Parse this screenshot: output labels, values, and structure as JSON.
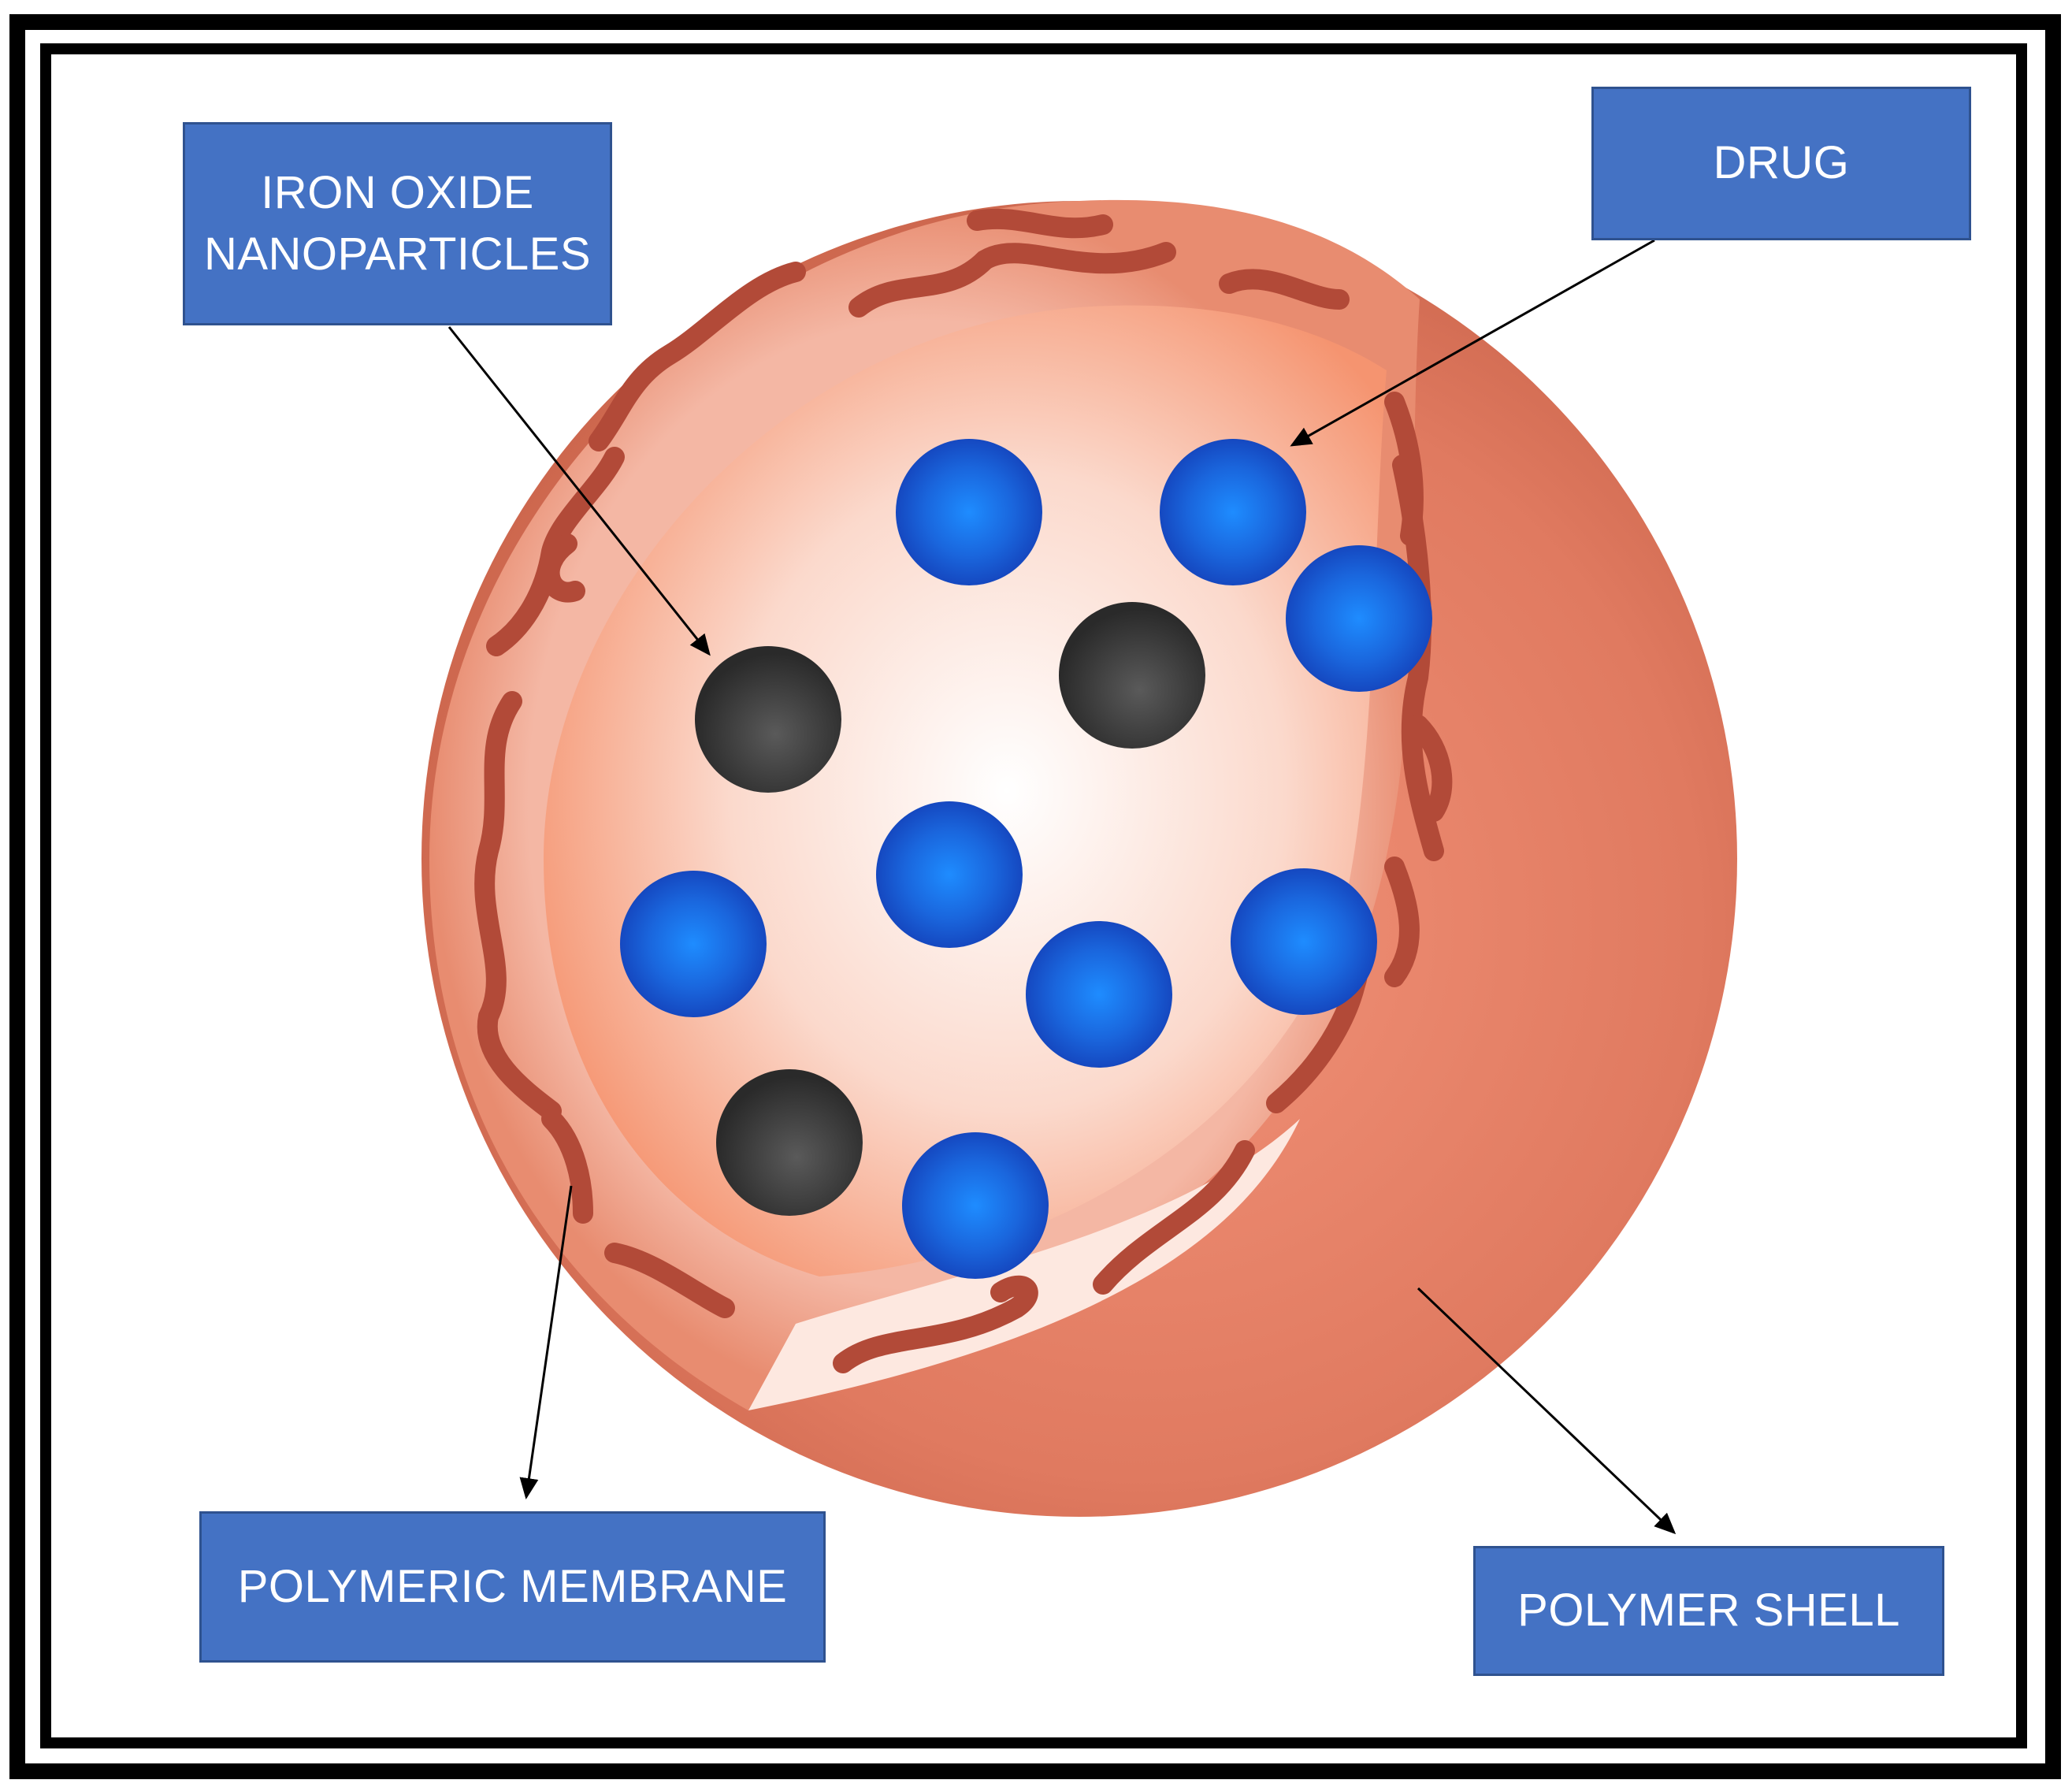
{
  "labels": {
    "iron_oxide_line1": "IRON OXIDE",
    "iron_oxide_line2": "NANOPARTICLES",
    "drug": "DRUG",
    "polymeric_membrane": "POLYMERIC MEMBRANE",
    "polymer_shell": "POLYMER SHELL"
  },
  "colors": {
    "label_fill": "#4472c4",
    "label_border": "#2f528f",
    "shell": "#e07a60",
    "membrane_fibers": "#b24a38",
    "drug_particle": "#1f5fd6",
    "iron_oxide_particle": "#333333",
    "frame": "#000000"
  }
}
